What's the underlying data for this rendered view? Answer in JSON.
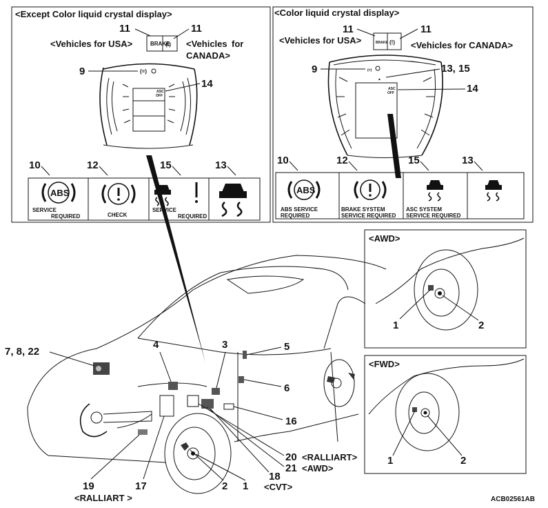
{
  "panels": {
    "left_title": "<Except Color liquid crystal display>",
    "right_title": "<Color liquid crystal display>",
    "awd_title": "<AWD>",
    "fwd_title": "<FWD>"
  },
  "left_cluster": {
    "n11_left": "11",
    "n11_right": "11",
    "usa": "<Vehicles for USA>",
    "canada_1": "<Vehicles",
    "canada_2": "for",
    "canada_3": "CANADA>",
    "n9": "9",
    "n14": "14",
    "brake_text": "BRAKE",
    "asc_text": "ASC",
    "off_text": "OFF"
  },
  "right_cluster": {
    "n11_left": "11",
    "n11_right": "11",
    "usa": "<Vehicles for USA>",
    "canada": "<Vehicles for CANADA>",
    "n9": "9",
    "n1315": "13, 15",
    "n14": "14",
    "brake_text": "BRAKE",
    "asc_text": "ASC",
    "off_text": "OFF"
  },
  "left_icons": {
    "n10": "10",
    "n12": "12",
    "n15": "15",
    "n13": "13",
    "abs": "ABS",
    "cap10_a": "SERVICE",
    "cap10_b": "REQUIRED",
    "cap12": "CHECK",
    "cap15_a": "SERVICE",
    "cap15_b": "REQUIRED"
  },
  "right_icons": {
    "n10": "10",
    "n12": "12",
    "n15": "15",
    "n13": "13",
    "abs": "ABS",
    "cap10_a": "ABS SERVICE",
    "cap10_b": "REQUIRED",
    "cap12_a": "BRAKE SYSTEM",
    "cap12_b": "SERVICE REQUIRED",
    "cap15_a": "ASC SYSTEM",
    "cap15_b": "SERVICE REQUIRED"
  },
  "callouts": {
    "n1": "1",
    "n2": "2",
    "n3": "3",
    "n4": "4",
    "n5": "5",
    "n6": "6",
    "n7822": "7, 8, 22",
    "n16": "16",
    "n17": "17",
    "n18": "18",
    "n18_note": "<CVT>",
    "n19": "19",
    "n19_note": "<RALLIART >",
    "n20": "20",
    "n20_note": "<RALLIART>",
    "n21": "21",
    "n21_note": "<AWD>",
    "awd_n1": "1",
    "awd_n2": "2",
    "fwd_n1": "1",
    "fwd_n2": "2"
  },
  "figure_id": "ACB02561AB"
}
